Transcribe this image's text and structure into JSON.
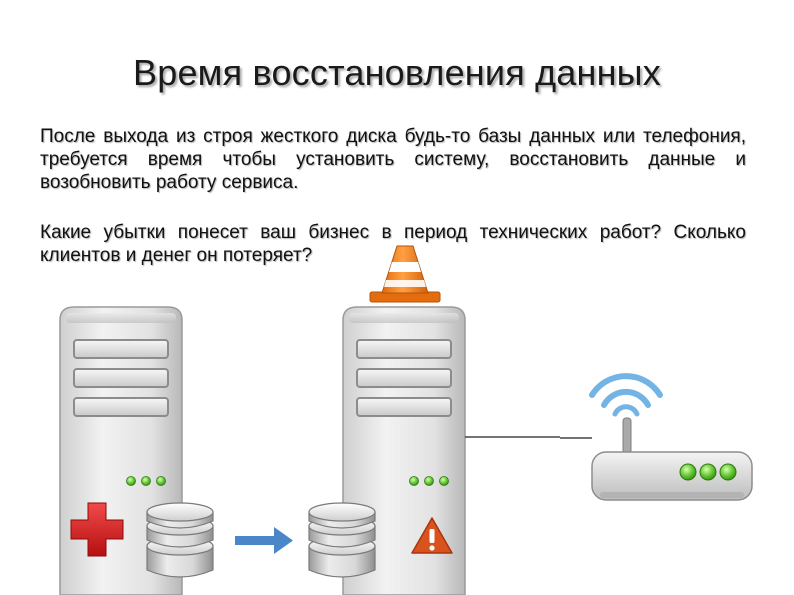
{
  "slide": {
    "title": "Время восстановления данных",
    "paragraph1": "После выхода из строя жесткого диска будь-то базы данных или телефония, требуется время чтобы установить систему, восстановить данные и возобновить работу сервиса.",
    "paragraph2": "Какие убытки понесет ваш бизнес в период технических работ? Сколько клиентов и денег он потеряет?"
  },
  "illustration": {
    "icons": [
      "server-icon",
      "medical-cross-icon",
      "database-icon",
      "arrow-right-icon",
      "traffic-cone-icon",
      "warning-icon",
      "wifi-router-icon"
    ],
    "colors": {
      "cross": "#d92121",
      "arrow": "#4a86c8",
      "cone": "#f08a1c",
      "warning": "#d9531e",
      "led": "#6fcf3b",
      "wifi": "#5aa7e0"
    }
  }
}
